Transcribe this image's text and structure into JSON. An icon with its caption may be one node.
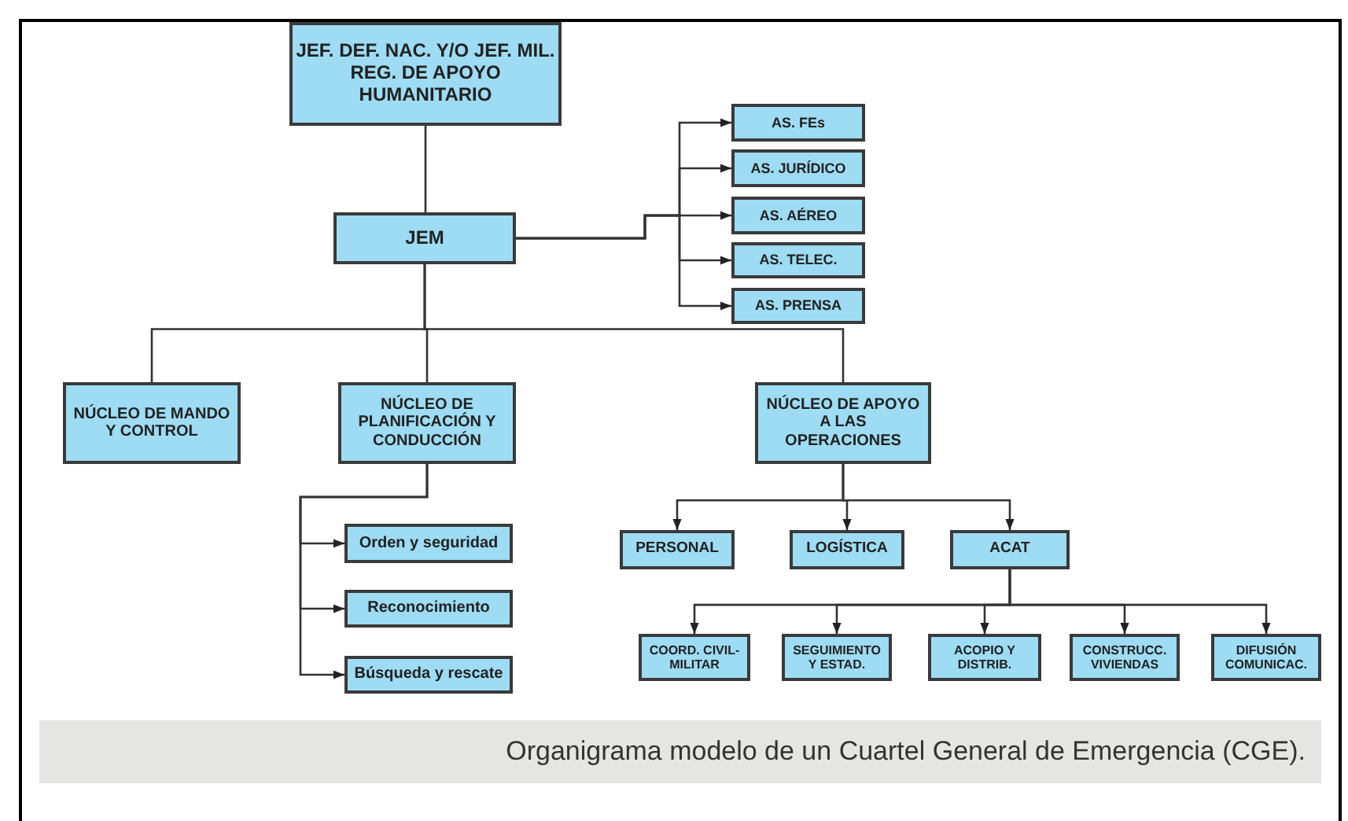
{
  "diagram": {
    "caption": "Organigrama modelo de un Cuartel General de Emergencia (CGE).",
    "nodes": [
      {
        "text": [
          "JEF. DEF. NAC. Y/O JEF. MIL. REG. DE APOYO HUMANITARIO"
        ]
      },
      {
        "text": [
          "JEM"
        ]
      },
      {
        "text": [
          "AS. FEs"
        ]
      },
      {
        "text": [
          "AS. JURÍDICO"
        ]
      },
      {
        "text": [
          "AS. AÉREO"
        ]
      },
      {
        "text": [
          "AS. TELEC."
        ]
      },
      {
        "text": [
          "AS. PRENSA"
        ]
      },
      {
        "text": [
          "NÚCLEO DE MANDO Y CONTROL"
        ]
      },
      {
        "text": [
          "NÚCLEO DE PLANIFICACIÓN Y CONDUCCIÓN"
        ]
      },
      {
        "text": [
          "NÚCLEO DE APOYO A LAS OPERACIONES"
        ]
      },
      {
        "text": [
          "Orden y seguridad"
        ]
      },
      {
        "text": [
          "Reconocimiento"
        ]
      },
      {
        "text": [
          "Búsqueda y rescate"
        ]
      },
      {
        "text": [
          "PERSONAL"
        ]
      },
      {
        "text": [
          "LOGÍSTICA"
        ]
      },
      {
        "text": [
          "ACAT"
        ]
      },
      {
        "text": [
          "COORD. CIVIL-MILITAR"
        ]
      },
      {
        "text": [
          "SEGUIMIENTO Y ESTAD."
        ]
      },
      {
        "text": [
          "ACOPIO Y DISTRIB."
        ]
      },
      {
        "text": [
          "CONSTRUCC. VIVIENDAS"
        ]
      },
      {
        "text": [
          "DIFUSIÓN COMUNICAC."
        ]
      }
    ],
    "edges": [
      {
        "from": 0,
        "to": 1,
        "arrow": "none"
      },
      {
        "from": 1,
        "to": 2,
        "arrow": "to"
      },
      {
        "from": 1,
        "to": 3,
        "arrow": "to"
      },
      {
        "from": 1,
        "to": 4,
        "arrow": "to"
      },
      {
        "from": 1,
        "to": 5,
        "arrow": "to"
      },
      {
        "from": 1,
        "to": 6,
        "arrow": "to"
      },
      {
        "from": 1,
        "to": 7,
        "arrow": "none"
      },
      {
        "from": 1,
        "to": 8,
        "arrow": "none"
      },
      {
        "from": 1,
        "to": 9,
        "arrow": "none"
      },
      {
        "from": 8,
        "to": 10,
        "arrow": "to"
      },
      {
        "from": 8,
        "to": 11,
        "arrow": "to"
      },
      {
        "from": 8,
        "to": 12,
        "arrow": "to"
      },
      {
        "from": 9,
        "to": 13,
        "arrow": "to"
      },
      {
        "from": 9,
        "to": 14,
        "arrow": "to"
      },
      {
        "from": 9,
        "to": 15,
        "arrow": "to"
      },
      {
        "from": 15,
        "to": 16,
        "arrow": "to"
      },
      {
        "from": 15,
        "to": 17,
        "arrow": "to"
      },
      {
        "from": 15,
        "to": 18,
        "arrow": "to"
      },
      {
        "from": 15,
        "to": 19,
        "arrow": "to"
      },
      {
        "from": 15,
        "to": 20,
        "arrow": "to"
      }
    ]
  }
}
